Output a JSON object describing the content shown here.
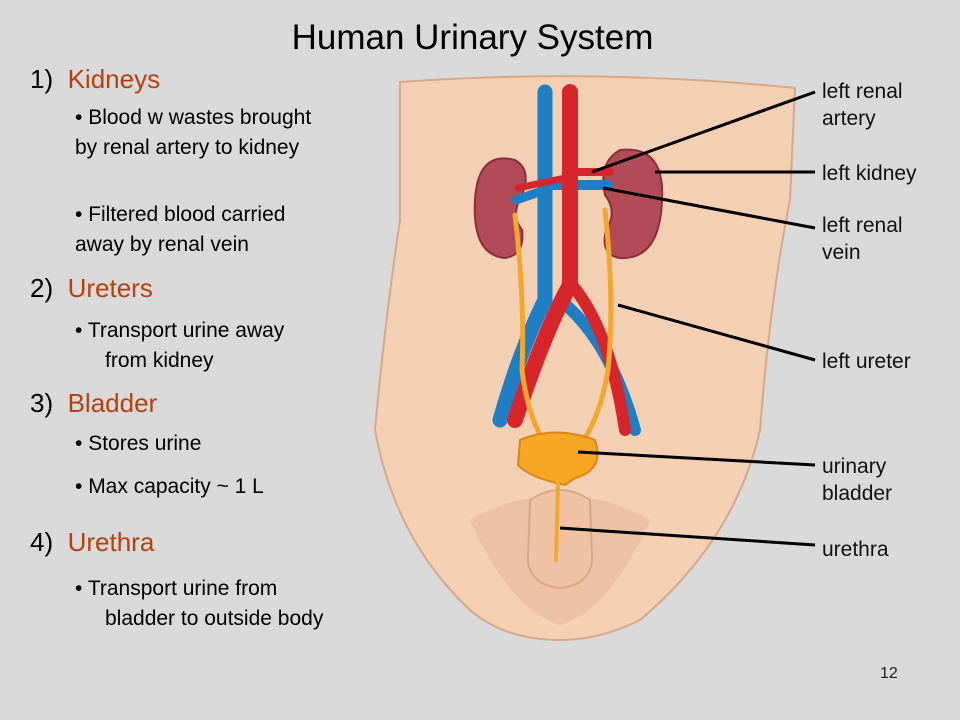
{
  "title": "Human Urinary System",
  "sections": [
    {
      "number": "1)",
      "term": "Kidneys",
      "bullets": [
        {
          "line1": "Blood w wastes brought",
          "line2": "by renal artery to kidney"
        },
        {
          "line1": "Filtered blood carried",
          "line2": "away by renal vein"
        }
      ]
    },
    {
      "number": "2)",
      "term": "Ureters",
      "bullets": [
        {
          "line1": "Transport urine away",
          "line2": "from kidney"
        }
      ]
    },
    {
      "number": "3)",
      "term": "Bladder",
      "bullets": [
        {
          "line1": "Stores urine"
        },
        {
          "line1": "Max capacity ~ 1 L"
        }
      ]
    },
    {
      "number": "4)",
      "term": "Urethra",
      "bullets": [
        {
          "line1": "Transport urine from",
          "line2": "bladder to outside body"
        }
      ]
    }
  ],
  "labels": {
    "renal_artery": {
      "line1": "left renal",
      "line2": "artery"
    },
    "kidney": {
      "line1": "left kidney"
    },
    "renal_vein": {
      "line1": "left renal",
      "line2": "vein"
    },
    "ureter": {
      "line1": "left ureter"
    },
    "bladder": {
      "line1": "urinary",
      "line2": "bladder"
    },
    "urethra": {
      "line1": "urethra"
    }
  },
  "page_number": "12",
  "colors": {
    "background": "#d9d9d9",
    "heading_term": "#b7410e",
    "skin": "#f3cfb4",
    "artery": "#d7262b",
    "vein": "#1f7fc4",
    "kidney": "#b34a58",
    "ureter": "#f0a830",
    "bladder": "#f5a623"
  }
}
